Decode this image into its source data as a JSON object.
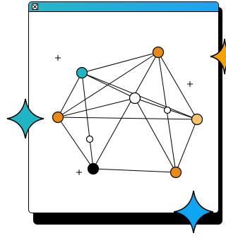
{
  "window": {
    "titlebar_gradient": [
      "#28b6c6",
      "#1fa2f0"
    ],
    "close_icon": "close-box-icon"
  },
  "colors": {
    "teal": "#1fb5c4",
    "orange": "#e98a12",
    "light_orange": "#fbc26b",
    "amber": "#f5a100",
    "blue": "#0ea5f2",
    "black": "#000000",
    "white": "#ffffff"
  },
  "graph": {
    "nodes": [
      {
        "id": "teal-node",
        "fill": "#1fb5c4"
      },
      {
        "id": "top-orange-node",
        "fill": "#e98a12"
      },
      {
        "id": "left-orange-node",
        "fill": "#e98a12"
      },
      {
        "id": "center-white-node",
        "fill": "#ffffff"
      },
      {
        "id": "right-light-orange-node",
        "fill": "#fbc26b"
      },
      {
        "id": "small-white-node-right",
        "fill": "#ffffff"
      },
      {
        "id": "small-white-node-left",
        "fill": "#ffffff"
      },
      {
        "id": "bottom-black-node",
        "fill": "#000000"
      },
      {
        "id": "bottom-orange-node",
        "fill": "#e98a12"
      }
    ]
  }
}
